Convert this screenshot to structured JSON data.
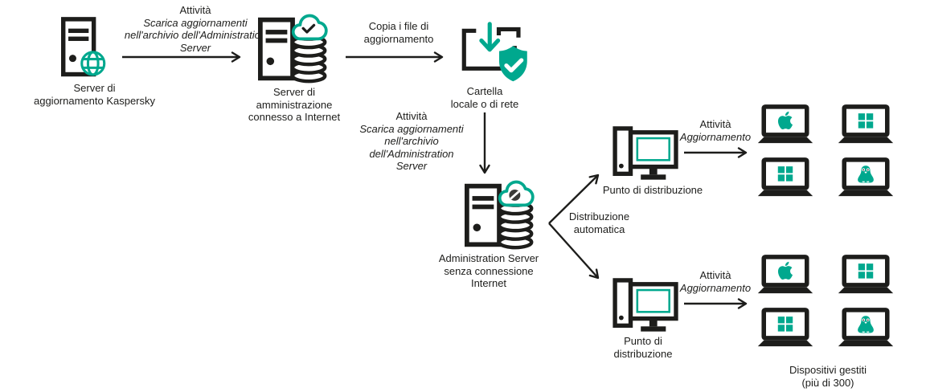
{
  "colors": {
    "teal": "#00A88E",
    "ink": "#1D1D1B",
    "background": "#FFFFFF"
  },
  "nodes": {
    "kaspersky_update_server": {
      "lines": [
        "Server di",
        "aggiornamento Kaspersky"
      ]
    },
    "admin_server_online": {
      "lines": [
        "Server di",
        "amministrazione",
        "connesso a Internet"
      ]
    },
    "local_folder": {
      "lines": [
        "Cartella",
        "locale o di rete"
      ]
    },
    "admin_server_offline": {
      "lines": [
        "Administration Server",
        "senza connessione",
        "Internet"
      ]
    },
    "distribution_point_top": {
      "lines": [
        "Punto di distribuzione"
      ]
    },
    "distribution_point_bottom": {
      "lines": [
        "Punto di",
        "distribuzione"
      ]
    },
    "managed_devices_caption": {
      "lines": [
        "Dispositivi gestiti",
        "(più di 300)"
      ]
    }
  },
  "edges": {
    "download_to_admin": {
      "title": "Attività",
      "task_lines": [
        "Scarica aggiornamenti",
        "nell'archivio dell'Administration",
        "Server"
      ]
    },
    "copy_files": {
      "lines": [
        "Copia i file di",
        "aggiornamento"
      ]
    },
    "download_to_offline": {
      "title": "Attività",
      "task_lines": [
        "Scarica aggiornamenti",
        "nell'archivio",
        "dell'Administration",
        "Server"
      ]
    },
    "auto_distribution": {
      "lines": [
        "Distribuzione",
        "automatica"
      ]
    },
    "update_task_top": {
      "title": "Attività",
      "task": "Aggiornamento"
    },
    "update_task_bottom": {
      "title": "Attività",
      "task": "Aggiornamento"
    }
  },
  "device_grids": {
    "top": [
      "apple",
      "windows",
      "windows",
      "linux"
    ],
    "bottom": [
      "apple",
      "windows",
      "windows",
      "linux"
    ]
  },
  "icons": [
    "server-globe-icon",
    "server-cloud-check-disks-icon",
    "folder-download-shield-icon",
    "server-cloud-blocked-disks-icon",
    "desktop-monitor-icon",
    "laptop-icon",
    "apple-logo-icon",
    "windows-logo-icon",
    "linux-tux-icon"
  ]
}
